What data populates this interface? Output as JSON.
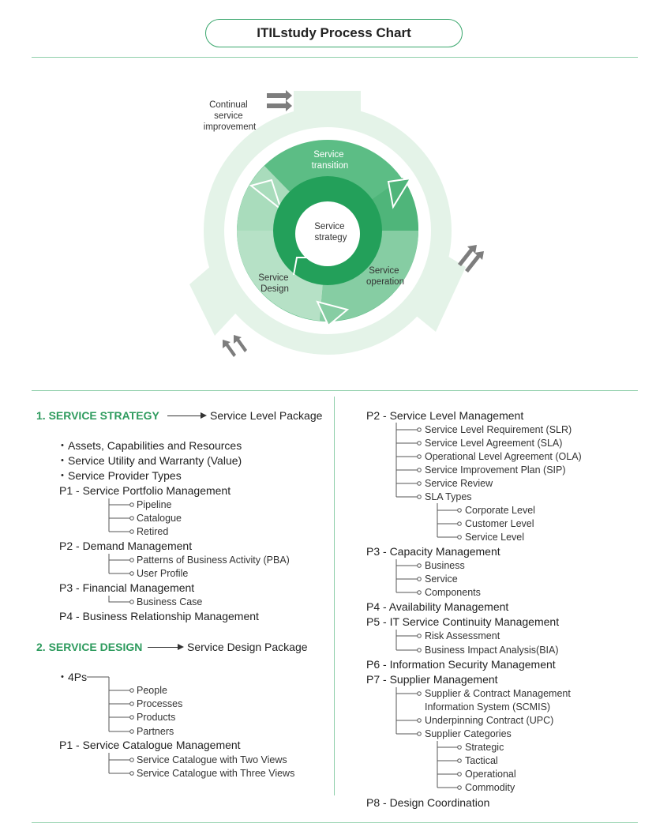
{
  "title": "ITILstudy Process Chart",
  "colors": {
    "accent": "#2e9b5e",
    "outer_ring": "#e4f3e8",
    "middle_ring": "#5cbd85",
    "inner_ring": "#23a05a",
    "arrow_gray": "#7d7d7d",
    "divider": "#8fcfaa"
  },
  "cycle": {
    "outer_label": "Continual service improvement",
    "outer_label_lines": [
      "Continual",
      "service",
      "improvement"
    ],
    "center_lines": [
      "Service",
      "strategy"
    ],
    "transition_lines": [
      "Service",
      "transition"
    ],
    "operation_lines": [
      "Service",
      "operation"
    ],
    "design_lines": [
      "Service",
      "Design"
    ]
  },
  "left": {
    "strategy": {
      "heading": "1. SERVICE STRATEGY",
      "package": "Service Level Package",
      "bullets": [
        "Assets, Capabilities and Resources",
        "Service Utility and Warranty (Value)",
        "Service Provider Types"
      ],
      "processes": [
        {
          "label": "P1 - Service Portfolio Management",
          "items": [
            "Pipeline",
            "Catalogue",
            "Retired"
          ]
        },
        {
          "label": "P2 - Demand Management",
          "items": [
            "Patterns of Business Activity (PBA)",
            "User Profile"
          ]
        },
        {
          "label": "P3 - Financial Management",
          "items": [
            "Business Case"
          ]
        },
        {
          "label": "P4 - Business Relationship Management",
          "items": []
        }
      ]
    },
    "design": {
      "heading": "2. SERVICE DESIGN",
      "package": "Service Design Package",
      "fourps": {
        "label": "4Ps",
        "items": [
          "People",
          "Processes",
          "Products",
          "Partners"
        ]
      },
      "p1": {
        "label": "P1 - Service Catalogue Management",
        "items": [
          "Service Catalogue with Two Views",
          "Service Catalogue with Three Views"
        ]
      }
    }
  },
  "right": {
    "p2": {
      "label": "P2 - Service Level Management",
      "items": [
        "Service Level Requirement (SLR)",
        "Service Level Agreement (SLA)",
        "Operational Level Agreement (OLA)",
        "Service Improvement Plan (SIP)",
        "Service Review",
        "SLA Types"
      ],
      "sla_types": [
        "Corporate Level",
        "Customer Level",
        "Service Level"
      ]
    },
    "p3": {
      "label": "P3 - Capacity Management",
      "items": [
        "Business",
        "Service",
        "Components"
      ]
    },
    "p4": {
      "label": "P4 - Availability Management"
    },
    "p5": {
      "label": "P5 - IT Service Continuity Management",
      "items": [
        "Risk Assessment",
        "Business Impact Analysis(BIA)"
      ]
    },
    "p6": {
      "label": "P6 - Information Security Management"
    },
    "p7": {
      "label": "P7 - Supplier Management",
      "scmis_lines": [
        "Supplier & Contract Management",
        "Information System (SCMIS)"
      ],
      "upc": "Underpinning Contract (UPC)",
      "categories": "Supplier Categories",
      "category_items": [
        "Strategic",
        "Tactical",
        "Operational",
        "Commodity"
      ]
    },
    "p8": {
      "label": "P8 - Design Coordination"
    }
  }
}
